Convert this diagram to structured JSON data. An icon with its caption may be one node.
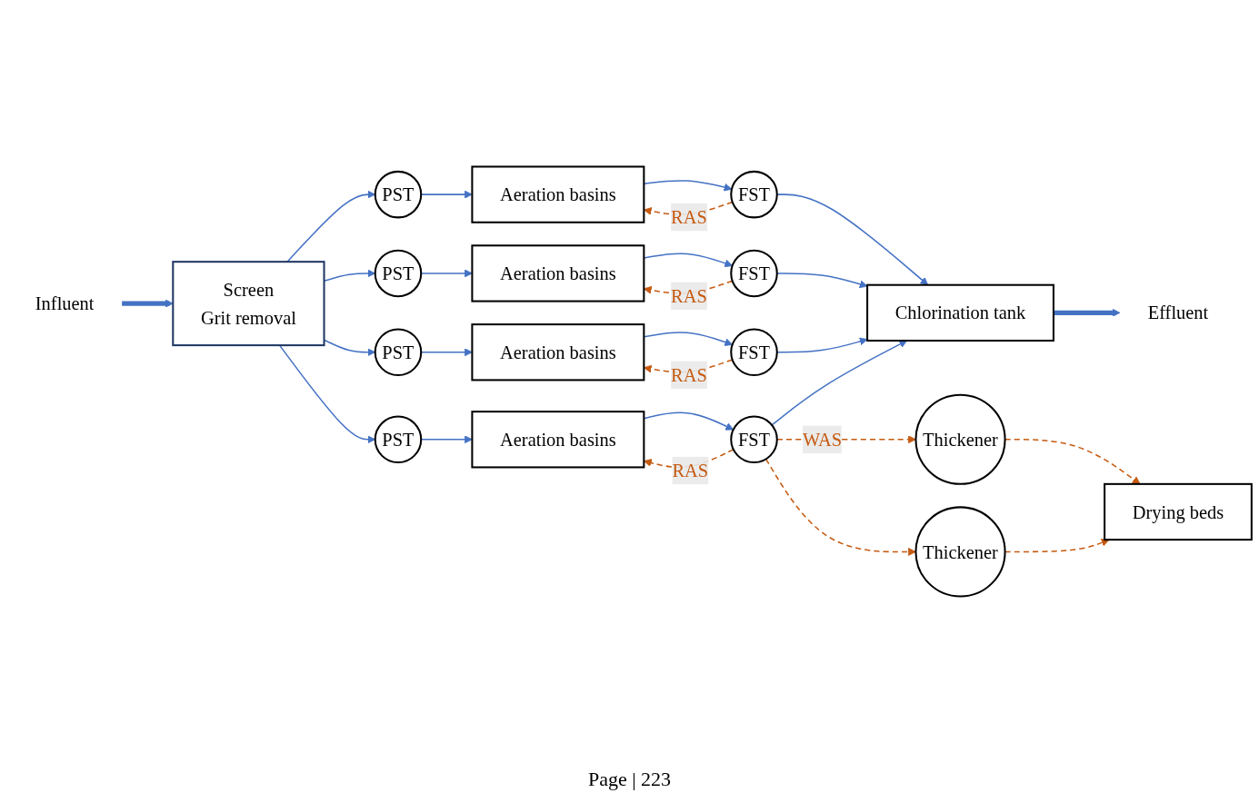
{
  "diagram": {
    "nodes": [
      {
        "text": [
          "Influent"
        ]
      },
      {
        "text": [
          "Screen",
          "Grit removal"
        ]
      },
      {
        "text": [
          "PST"
        ]
      },
      {
        "text": [
          "PST"
        ]
      },
      {
        "text": [
          "PST"
        ]
      },
      {
        "text": [
          "PST"
        ]
      },
      {
        "text": [
          "Aeration basins"
        ]
      },
      {
        "text": [
          "Aeration basins"
        ]
      },
      {
        "text": [
          "Aeration basins"
        ]
      },
      {
        "text": [
          "Aeration basins"
        ]
      },
      {
        "text": [
          "FST"
        ]
      },
      {
        "text": [
          "FST"
        ]
      },
      {
        "text": [
          "FST"
        ]
      },
      {
        "text": [
          "FST"
        ]
      },
      {
        "text": [
          "Chlorination tank"
        ]
      },
      {
        "text": [
          "Effluent"
        ]
      },
      {
        "text": [
          "Thickener"
        ]
      },
      {
        "text": [
          "Thickener"
        ]
      },
      {
        "text": [
          "Drying beds"
        ]
      }
    ],
    "edges": [
      {
        "from": 0,
        "to": 1,
        "arrow": "to",
        "style": "thick",
        "color": "#4472c4"
      },
      {
        "from": 1,
        "to": 2,
        "arrow": "to",
        "color": "#4472c4"
      },
      {
        "from": 1,
        "to": 3,
        "arrow": "to",
        "color": "#4472c4"
      },
      {
        "from": 1,
        "to": 4,
        "arrow": "to",
        "color": "#4472c4"
      },
      {
        "from": 1,
        "to": 5,
        "arrow": "to",
        "color": "#4472c4"
      },
      {
        "from": 2,
        "to": 6,
        "arrow": "to",
        "color": "#4472c4"
      },
      {
        "from": 3,
        "to": 7,
        "arrow": "to",
        "color": "#4472c4"
      },
      {
        "from": 4,
        "to": 8,
        "arrow": "to",
        "color": "#4472c4"
      },
      {
        "from": 5,
        "to": 9,
        "arrow": "to",
        "color": "#4472c4"
      },
      {
        "from": 6,
        "to": 10,
        "arrow": "to",
        "color": "#4472c4"
      },
      {
        "from": 7,
        "to": 11,
        "arrow": "to",
        "color": "#4472c4"
      },
      {
        "from": 8,
        "to": 12,
        "arrow": "to",
        "color": "#4472c4"
      },
      {
        "from": 9,
        "to": 13,
        "arrow": "to",
        "color": "#4472c4"
      },
      {
        "from": 10,
        "to": 14,
        "arrow": "to",
        "color": "#4472c4"
      },
      {
        "from": 11,
        "to": 14,
        "arrow": "to",
        "color": "#4472c4"
      },
      {
        "from": 12,
        "to": 14,
        "arrow": "to",
        "color": "#4472c4"
      },
      {
        "from": 13,
        "to": 14,
        "arrow": "to",
        "color": "#4472c4"
      },
      {
        "from": 14,
        "to": 15,
        "arrow": "to",
        "style": "thick",
        "color": "#4472c4"
      },
      {
        "from": 10,
        "to": 6,
        "arrow": "to",
        "label": "RAS",
        "style": "dashed",
        "color": "#c55a11"
      },
      {
        "from": 11,
        "to": 7,
        "arrow": "to",
        "label": "RAS",
        "style": "dashed",
        "color": "#c55a11"
      },
      {
        "from": 12,
        "to": 8,
        "arrow": "to",
        "label": "RAS",
        "style": "dashed",
        "color": "#c55a11"
      },
      {
        "from": 13,
        "to": 9,
        "arrow": "to",
        "label": "RAS",
        "style": "dashed",
        "color": "#c55a11"
      },
      {
        "from": 13,
        "to": 16,
        "arrow": "to",
        "label": "WAS",
        "style": "dashed",
        "color": "#c55a11"
      },
      {
        "from": 13,
        "to": 17,
        "arrow": "to",
        "style": "dashed",
        "color": "#c55a11"
      },
      {
        "from": 16,
        "to": 18,
        "arrow": "to",
        "style": "dashed",
        "color": "#c55a11"
      },
      {
        "from": 17,
        "to": 18,
        "arrow": "to",
        "style": "dashed",
        "color": "#c55a11"
      }
    ],
    "labels": [
      "Page | 223"
    ]
  }
}
